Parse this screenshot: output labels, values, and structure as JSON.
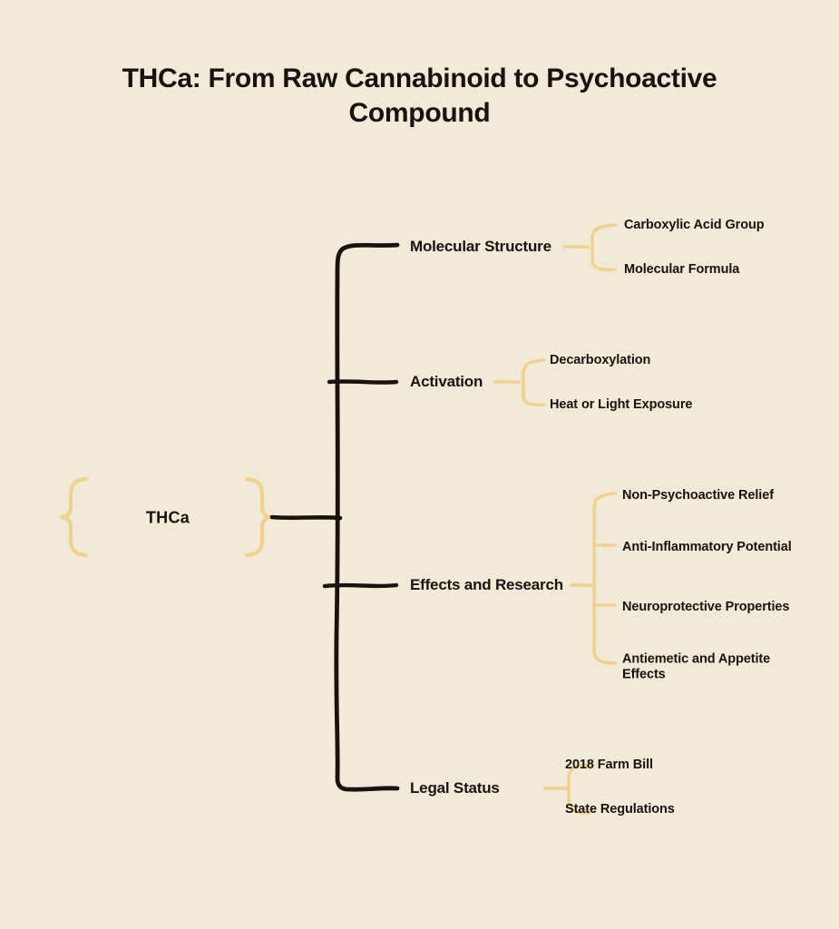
{
  "title": "THCa: From Raw Cannabinoid to Psychoactive Compound",
  "root": {
    "label": "THCa"
  },
  "branches": [
    {
      "label": "Molecular Structure",
      "children": [
        {
          "label": "Carboxylic Acid Group"
        },
        {
          "label": "Molecular Formula"
        }
      ]
    },
    {
      "label": "Activation",
      "children": [
        {
          "label": "Decarboxylation"
        },
        {
          "label": "Heat or Light Exposure"
        }
      ]
    },
    {
      "label": "Effects and Research",
      "children": [
        {
          "label": "Non-Psychoactive Relief"
        },
        {
          "label": "Anti-Inflammatory Potential"
        },
        {
          "label": "Neuroprotective Properties"
        },
        {
          "label": "Antiemetic and Appetite Effects"
        }
      ]
    },
    {
      "label": "Legal Status",
      "children": [
        {
          "label": "2018 Farm Bill"
        },
        {
          "label": "State Regulations"
        }
      ]
    }
  ],
  "colors": {
    "background": "#f1ead9",
    "ink": "#17130e",
    "accent": "#f0d28e"
  }
}
